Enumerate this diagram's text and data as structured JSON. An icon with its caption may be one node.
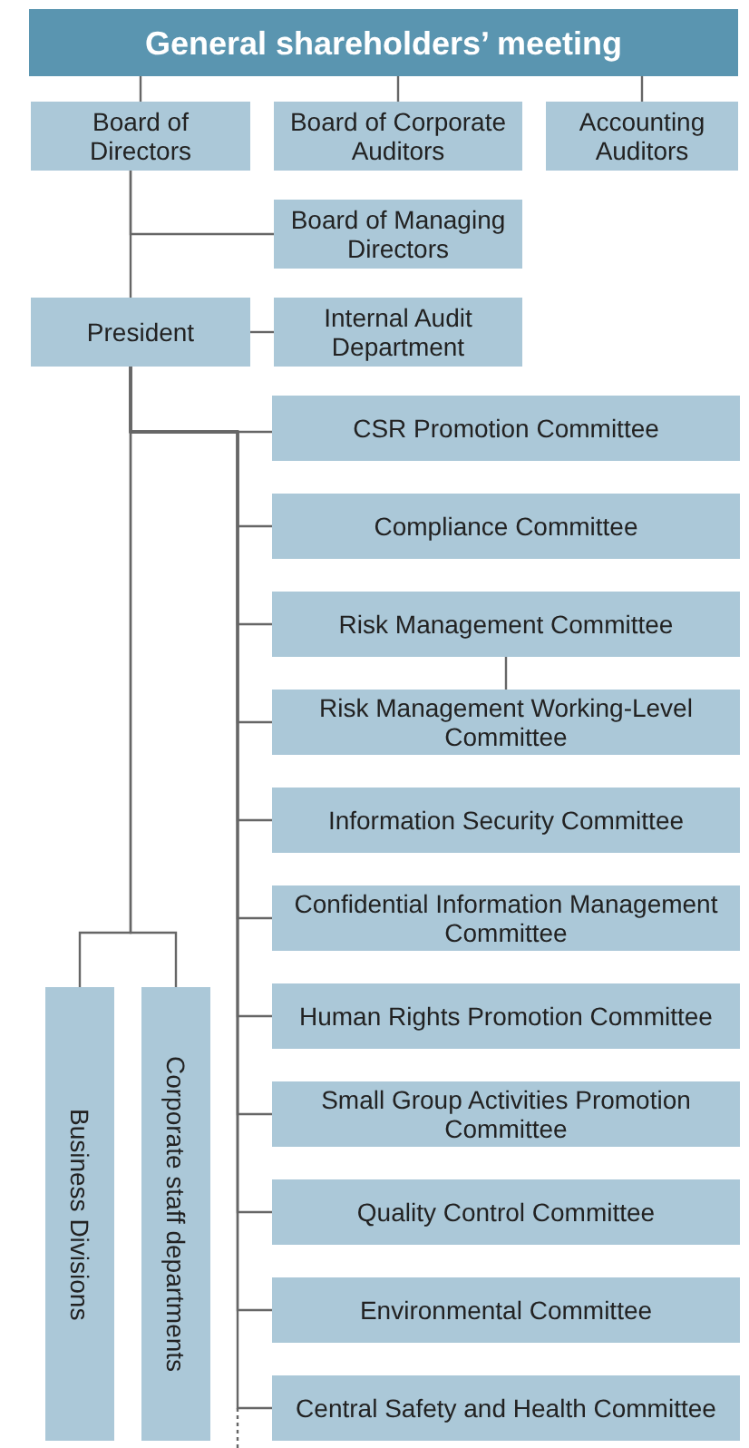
{
  "diagram": {
    "nodes": [
      {
        "text": [
          "General shareholders’ meeting"
        ]
      },
      {
        "text": [
          "Board of Directors"
        ]
      },
      {
        "text": [
          "Board of Corporate Auditors"
        ]
      },
      {
        "text": [
          "Accounting Auditors"
        ]
      },
      {
        "text": [
          "Board of Managing Directors"
        ]
      },
      {
        "text": [
          "President"
        ]
      },
      {
        "text": [
          "Internal Audit Department"
        ]
      },
      {
        "text": [
          "CSR Promotion Committee"
        ]
      },
      {
        "text": [
          "Compliance Committee"
        ]
      },
      {
        "text": [
          "Risk Management Committee"
        ]
      },
      {
        "text": [
          "Risk Management Working-Level Committee"
        ]
      },
      {
        "text": [
          "Information Security Committee"
        ]
      },
      {
        "text": [
          "Confidential Information Management Committee"
        ]
      },
      {
        "text": [
          "Human Rights Promotion Committee"
        ]
      },
      {
        "text": [
          "Small Group Activities Promotion Committee"
        ]
      },
      {
        "text": [
          "Quality Control Committee"
        ]
      },
      {
        "text": [
          "Environmental Committee"
        ]
      },
      {
        "text": [
          "Central Safety and Health Committee"
        ]
      },
      {
        "text": [
          "Business Divisions"
        ]
      },
      {
        "text": [
          "Corporate staff departments"
        ]
      }
    ],
    "edges": [
      {
        "from": 0,
        "to": 1,
        "arrow": "none"
      },
      {
        "from": 0,
        "to": 2,
        "arrow": "none"
      },
      {
        "from": 0,
        "to": 3,
        "arrow": "none"
      },
      {
        "from": 1,
        "to": 4,
        "arrow": "none"
      },
      {
        "from": 1,
        "to": 5,
        "arrow": "none"
      },
      {
        "from": 5,
        "to": 6,
        "arrow": "none"
      },
      {
        "from": 5,
        "to": 7,
        "arrow": "none"
      },
      {
        "from": 5,
        "to": 8,
        "arrow": "none"
      },
      {
        "from": 5,
        "to": 9,
        "arrow": "none"
      },
      {
        "from": 9,
        "to": 10,
        "arrow": "none"
      },
      {
        "from": 5,
        "to": 10,
        "arrow": "none"
      },
      {
        "from": 5,
        "to": 11,
        "arrow": "none"
      },
      {
        "from": 5,
        "to": 12,
        "arrow": "none"
      },
      {
        "from": 5,
        "to": 13,
        "arrow": "none"
      },
      {
        "from": 5,
        "to": 14,
        "arrow": "none"
      },
      {
        "from": 5,
        "to": 15,
        "arrow": "none"
      },
      {
        "from": 5,
        "to": 16,
        "arrow": "none"
      },
      {
        "from": 5,
        "to": 17,
        "arrow": "none"
      },
      {
        "from": 5,
        "to": 18,
        "arrow": "none"
      },
      {
        "from": 5,
        "to": 19,
        "arrow": "none"
      }
    ]
  }
}
